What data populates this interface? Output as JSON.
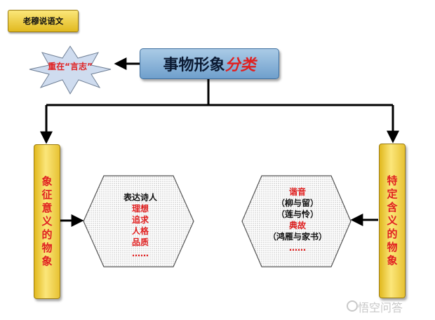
{
  "badge": {
    "label": "老穆说语文"
  },
  "title": {
    "main": "事物形象",
    "highlight": "分类"
  },
  "note": {
    "label": "重在“言志”"
  },
  "left_bar": {
    "chars": [
      "象",
      "征",
      "意",
      "义",
      "的",
      "物",
      "象"
    ]
  },
  "right_bar": {
    "chars": [
      "特",
      "定",
      "含",
      "义",
      "的",
      "物",
      "象"
    ]
  },
  "left_hex": {
    "lines": [
      {
        "text": "表达诗人",
        "tone": "black"
      },
      {
        "text": "理想",
        "tone": "red"
      },
      {
        "text": "追求",
        "tone": "red"
      },
      {
        "text": "人格",
        "tone": "red"
      },
      {
        "text": "品质",
        "tone": "red"
      },
      {
        "text": "……",
        "tone": "red"
      }
    ]
  },
  "right_hex": {
    "lines": [
      {
        "text": "谐音",
        "tone": "red"
      },
      {
        "text": "（柳与留）",
        "tone": "black"
      },
      {
        "text": "（莲与怜）",
        "tone": "black"
      },
      {
        "text": "典故",
        "tone": "red"
      },
      {
        "text": "（鸿雁与家书）",
        "tone": "black"
      },
      {
        "text": "……",
        "tone": "red"
      }
    ]
  },
  "watermark": {
    "text": "悟空问答"
  },
  "colors": {
    "accent_red": "#e02020",
    "title_blue": "#8fb6dc",
    "bar_gold": "#f2d24a",
    "burst_fill": "#cfdcef"
  }
}
